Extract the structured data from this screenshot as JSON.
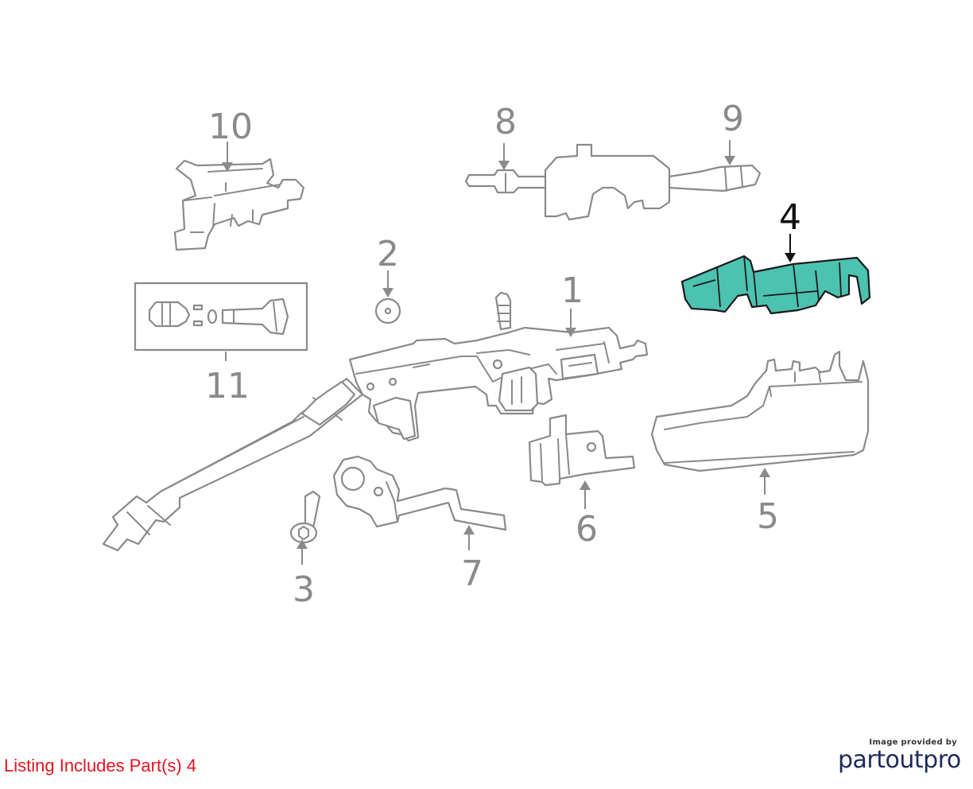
{
  "listing_note": "Listing Includes Part(s) 4",
  "logo": {
    "tagline": "Image provided by",
    "word_part": "part",
    "word_out": "out",
    "word_pro": "pro"
  },
  "callouts": {
    "c1": "1",
    "c2": "2",
    "c3": "3",
    "c4": "4",
    "c5": "5",
    "c6": "6",
    "c7": "7",
    "c8": "8",
    "c9": "9",
    "c10": "10",
    "c11": "11"
  },
  "highlighted_part": "4",
  "colors": {
    "highlight_fill": "#4cc2b0",
    "line_gray": "#8a8a8a",
    "note_red": "#e0141e",
    "logo_navy": "#1f2a5c"
  }
}
